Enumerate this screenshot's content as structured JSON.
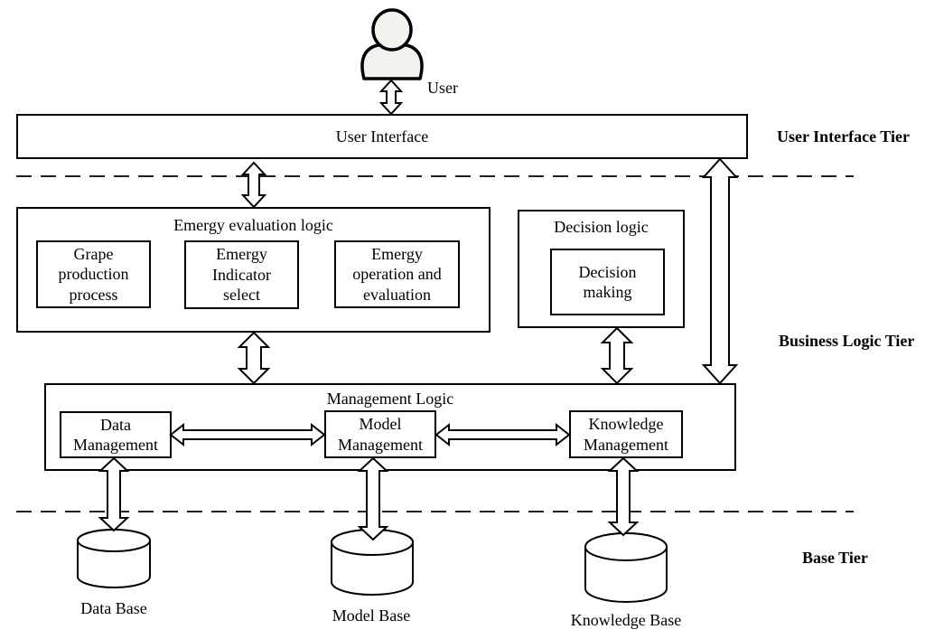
{
  "colors": {
    "stroke": "#000000",
    "fill": "#ffffff",
    "user_icon_fill": "#f2f2ee"
  },
  "icons": {
    "user": "user-icon",
    "storage": "database-icon"
  },
  "user": {
    "label": "User"
  },
  "ui_layer": {
    "label": "User Interface"
  },
  "emergy_logic": {
    "title": "Emergy evaluation logic",
    "modules": [
      "Grape\nproduction\nprocess",
      "Emergy\nIndicator\nselect",
      "Emergy\noperation and\nevaluation"
    ]
  },
  "decision_logic": {
    "title": "Decision logic",
    "module": "Decision\nmaking"
  },
  "management_logic": {
    "title": "Management Logic",
    "modules": [
      "Data\nManagement",
      "Model\nManagement",
      "Knowledge\nManagement"
    ]
  },
  "bases": [
    "Data Base",
    "Model Base",
    "Knowledge Base"
  ],
  "tiers": [
    "User Interface Tier",
    "Business Logic Tier",
    "Base Tier"
  ]
}
